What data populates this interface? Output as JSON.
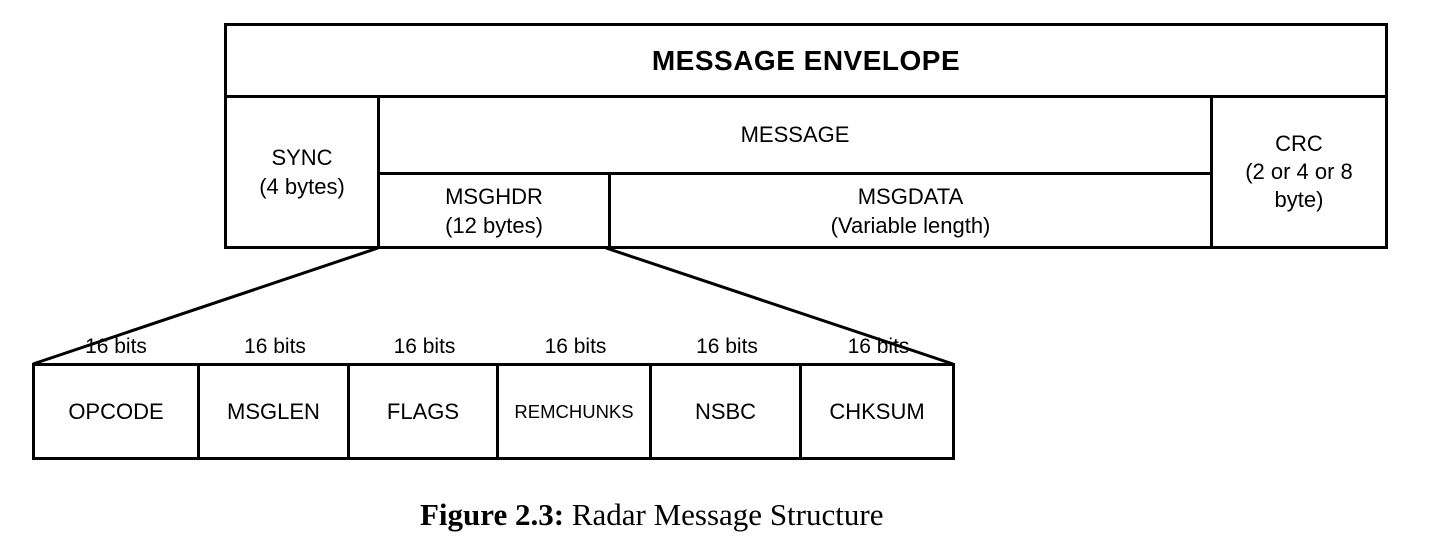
{
  "diagram": {
    "envelope": {
      "title": "MESSAGE ENVELOPE"
    },
    "sync": {
      "line1": "SYNC",
      "line2": "(4 bytes)"
    },
    "message": {
      "label": "MESSAGE"
    },
    "msghdr": {
      "line1": "MSGHDR",
      "line2": "(12 bytes)"
    },
    "msgdata": {
      "line1": "MSGDATA",
      "line2": "(Variable length)"
    },
    "crc": {
      "line1": "CRC",
      "line2": "(2 or 4 or 8",
      "line3": "byte)"
    },
    "header_fields": [
      {
        "bits": "16 bits",
        "name": "OPCODE"
      },
      {
        "bits": "16 bits",
        "name": "MSGLEN"
      },
      {
        "bits": "16 bits",
        "name": "FLAGS"
      },
      {
        "bits": "16 bits",
        "name": "REMCHUNKS"
      },
      {
        "bits": "16 bits",
        "name": "NSBC"
      },
      {
        "bits": "16 bits",
        "name": "CHKSUM"
      }
    ]
  },
  "caption": {
    "label": "Figure 2.3:",
    "text": " Radar Message Structure"
  },
  "colors": {
    "line": "#000000",
    "background": "#ffffff",
    "text": "#000000"
  }
}
